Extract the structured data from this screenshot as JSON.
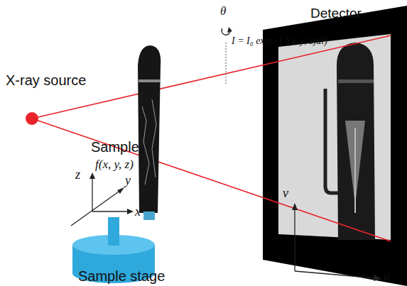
{
  "diagram": {
    "labels": [
      "Detector",
      "θ",
      "I = I₀ exp(−∫ f(x, y, z)dl)",
      "X-ray source",
      "Sample",
      "f(x, y, z)",
      "z",
      "y",
      "x",
      "v",
      "u",
      "Sample stage"
    ]
  }
}
